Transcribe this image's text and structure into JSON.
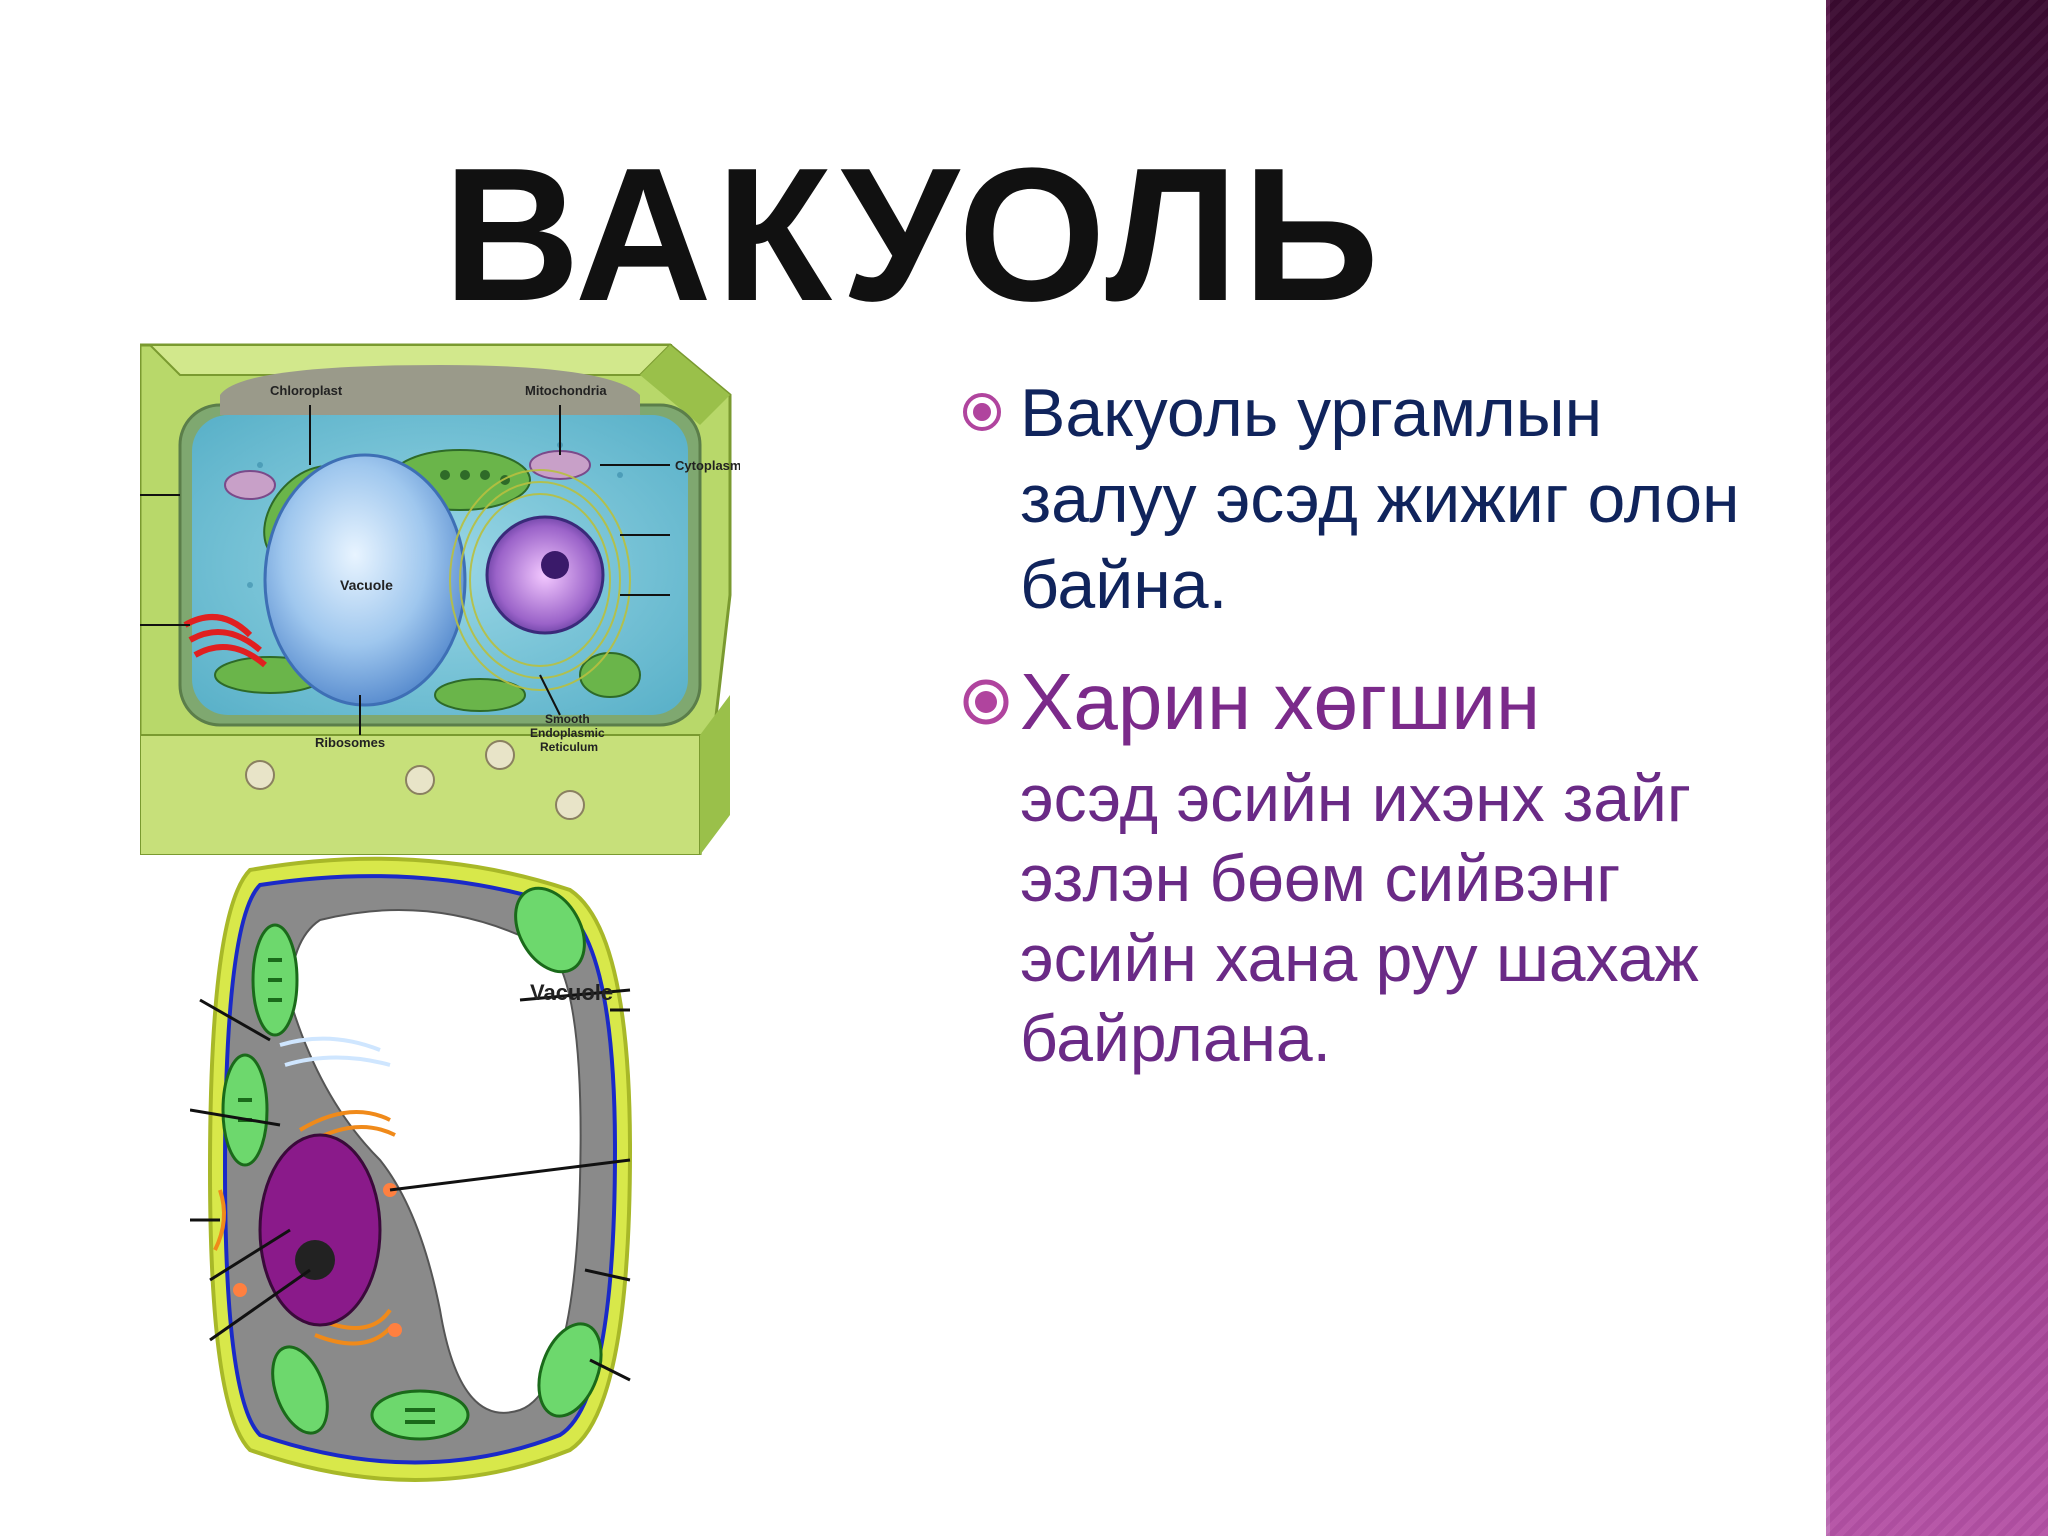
{
  "slide": {
    "title": "ВАКУОЛЬ",
    "bullet1": "Вакуоль ургамлын залуу эсэд жижиг олон байна.",
    "bullet2_head": "Харин хөгшин",
    "bullet2_body": "эсэд эсийн ихэнх зайг эзлэн бөөм сийвэнг эсийн хана руу шахаж байрлана."
  },
  "diagram1": {
    "labels": {
      "chloroplast": "Chloroplast",
      "mitochondria": "Mitochondria",
      "cytoplasm": "Cytoplasm",
      "vacuole": "Vacuole",
      "ribosomes": "Ribosomes",
      "smooth_er": "Smooth",
      "smooth_er_2": "Endoplasmic",
      "smooth_er_3": "Reticulum"
    }
  },
  "diagram2": {
    "labels": {
      "vacuole": "Vacuole"
    }
  },
  "colors": {
    "bullet1_text": "#10245c",
    "bullet2_text": "#6a2a86",
    "band_top": "#3a0a30",
    "band_bottom": "#b552a6"
  }
}
